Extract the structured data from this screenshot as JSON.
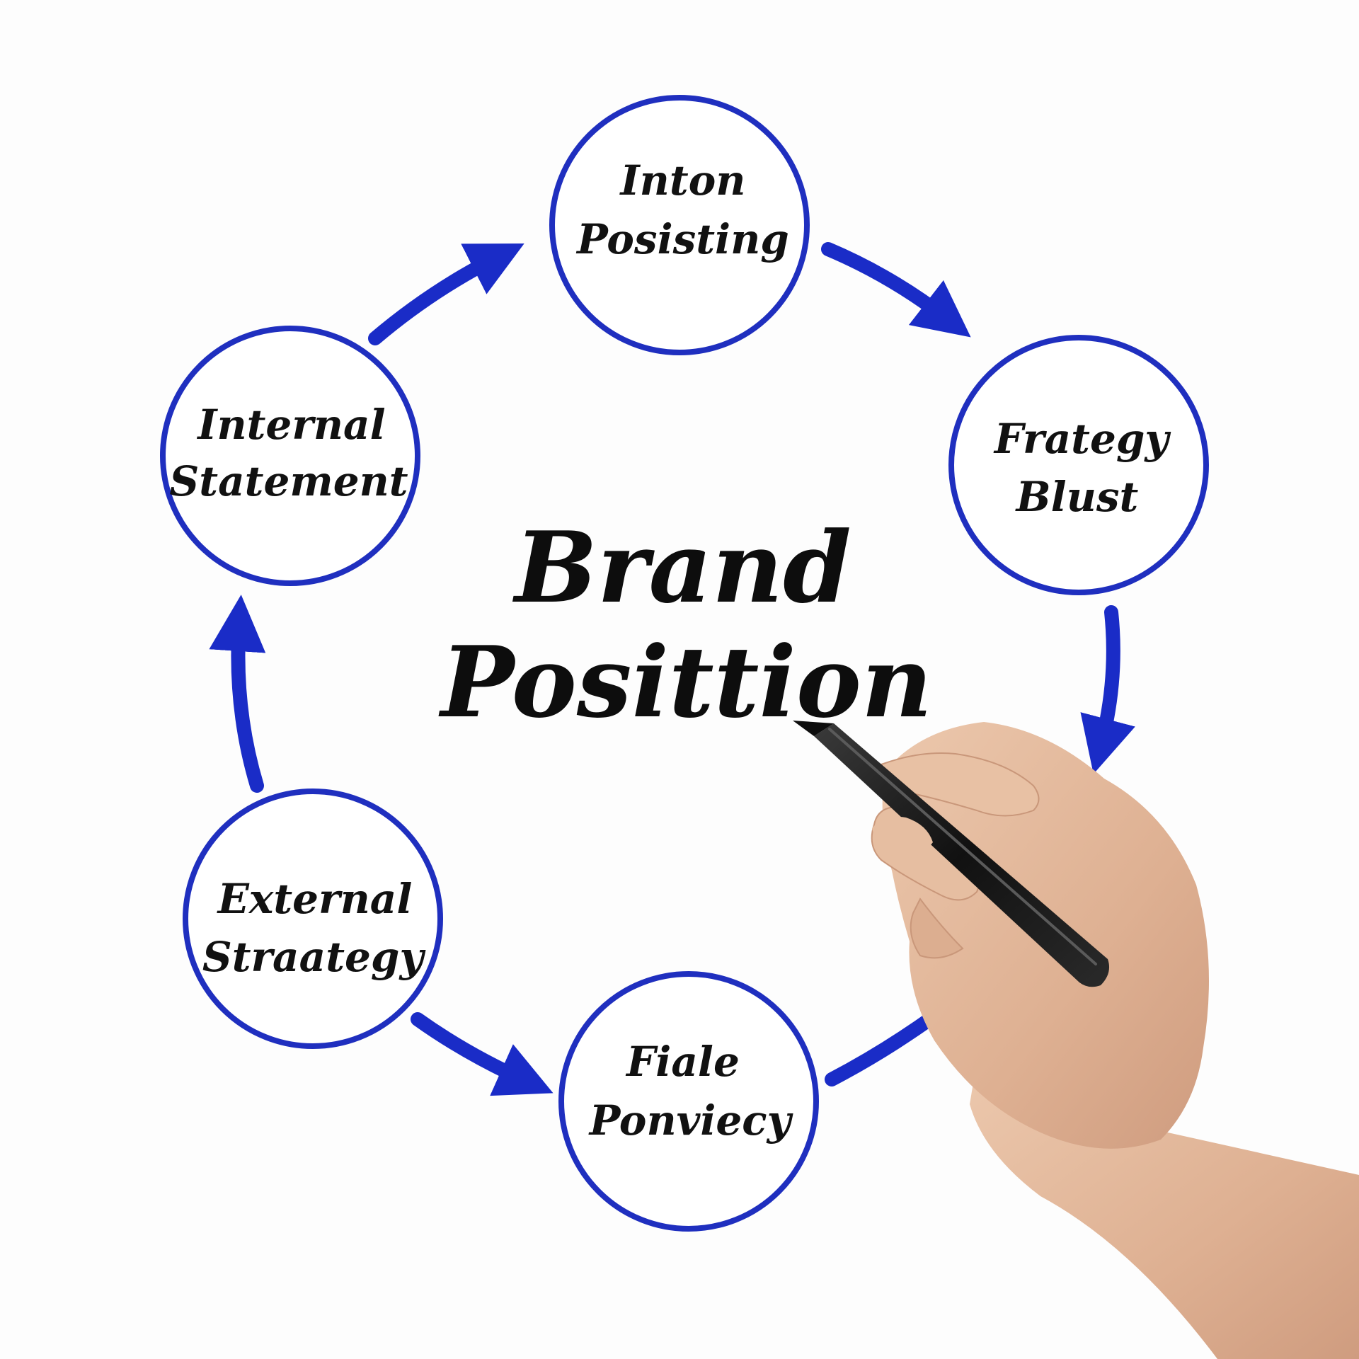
{
  "diagram": {
    "center": {
      "line1": "Brand",
      "line2": "Posittion"
    },
    "nodes": [
      {
        "line1": "Inton",
        "line2": "Posisting"
      },
      {
        "line1": "Frategy",
        "line2": "Blust"
      },
      {
        "line1": "Fiale",
        "line2": "Ponviecy"
      },
      {
        "line1": "External",
        "line2": "Straategy"
      },
      {
        "line1": "Internal",
        "line2": "Statement"
      }
    ],
    "flow": "clockwise"
  },
  "colors": {
    "circle": "#1f2fbf",
    "arrow": "#1a2cc7",
    "text": "#111111",
    "pen": "#1b1b1b",
    "skin": "#e3b99a"
  },
  "icons": {
    "hand": "hand-holding-pen"
  }
}
